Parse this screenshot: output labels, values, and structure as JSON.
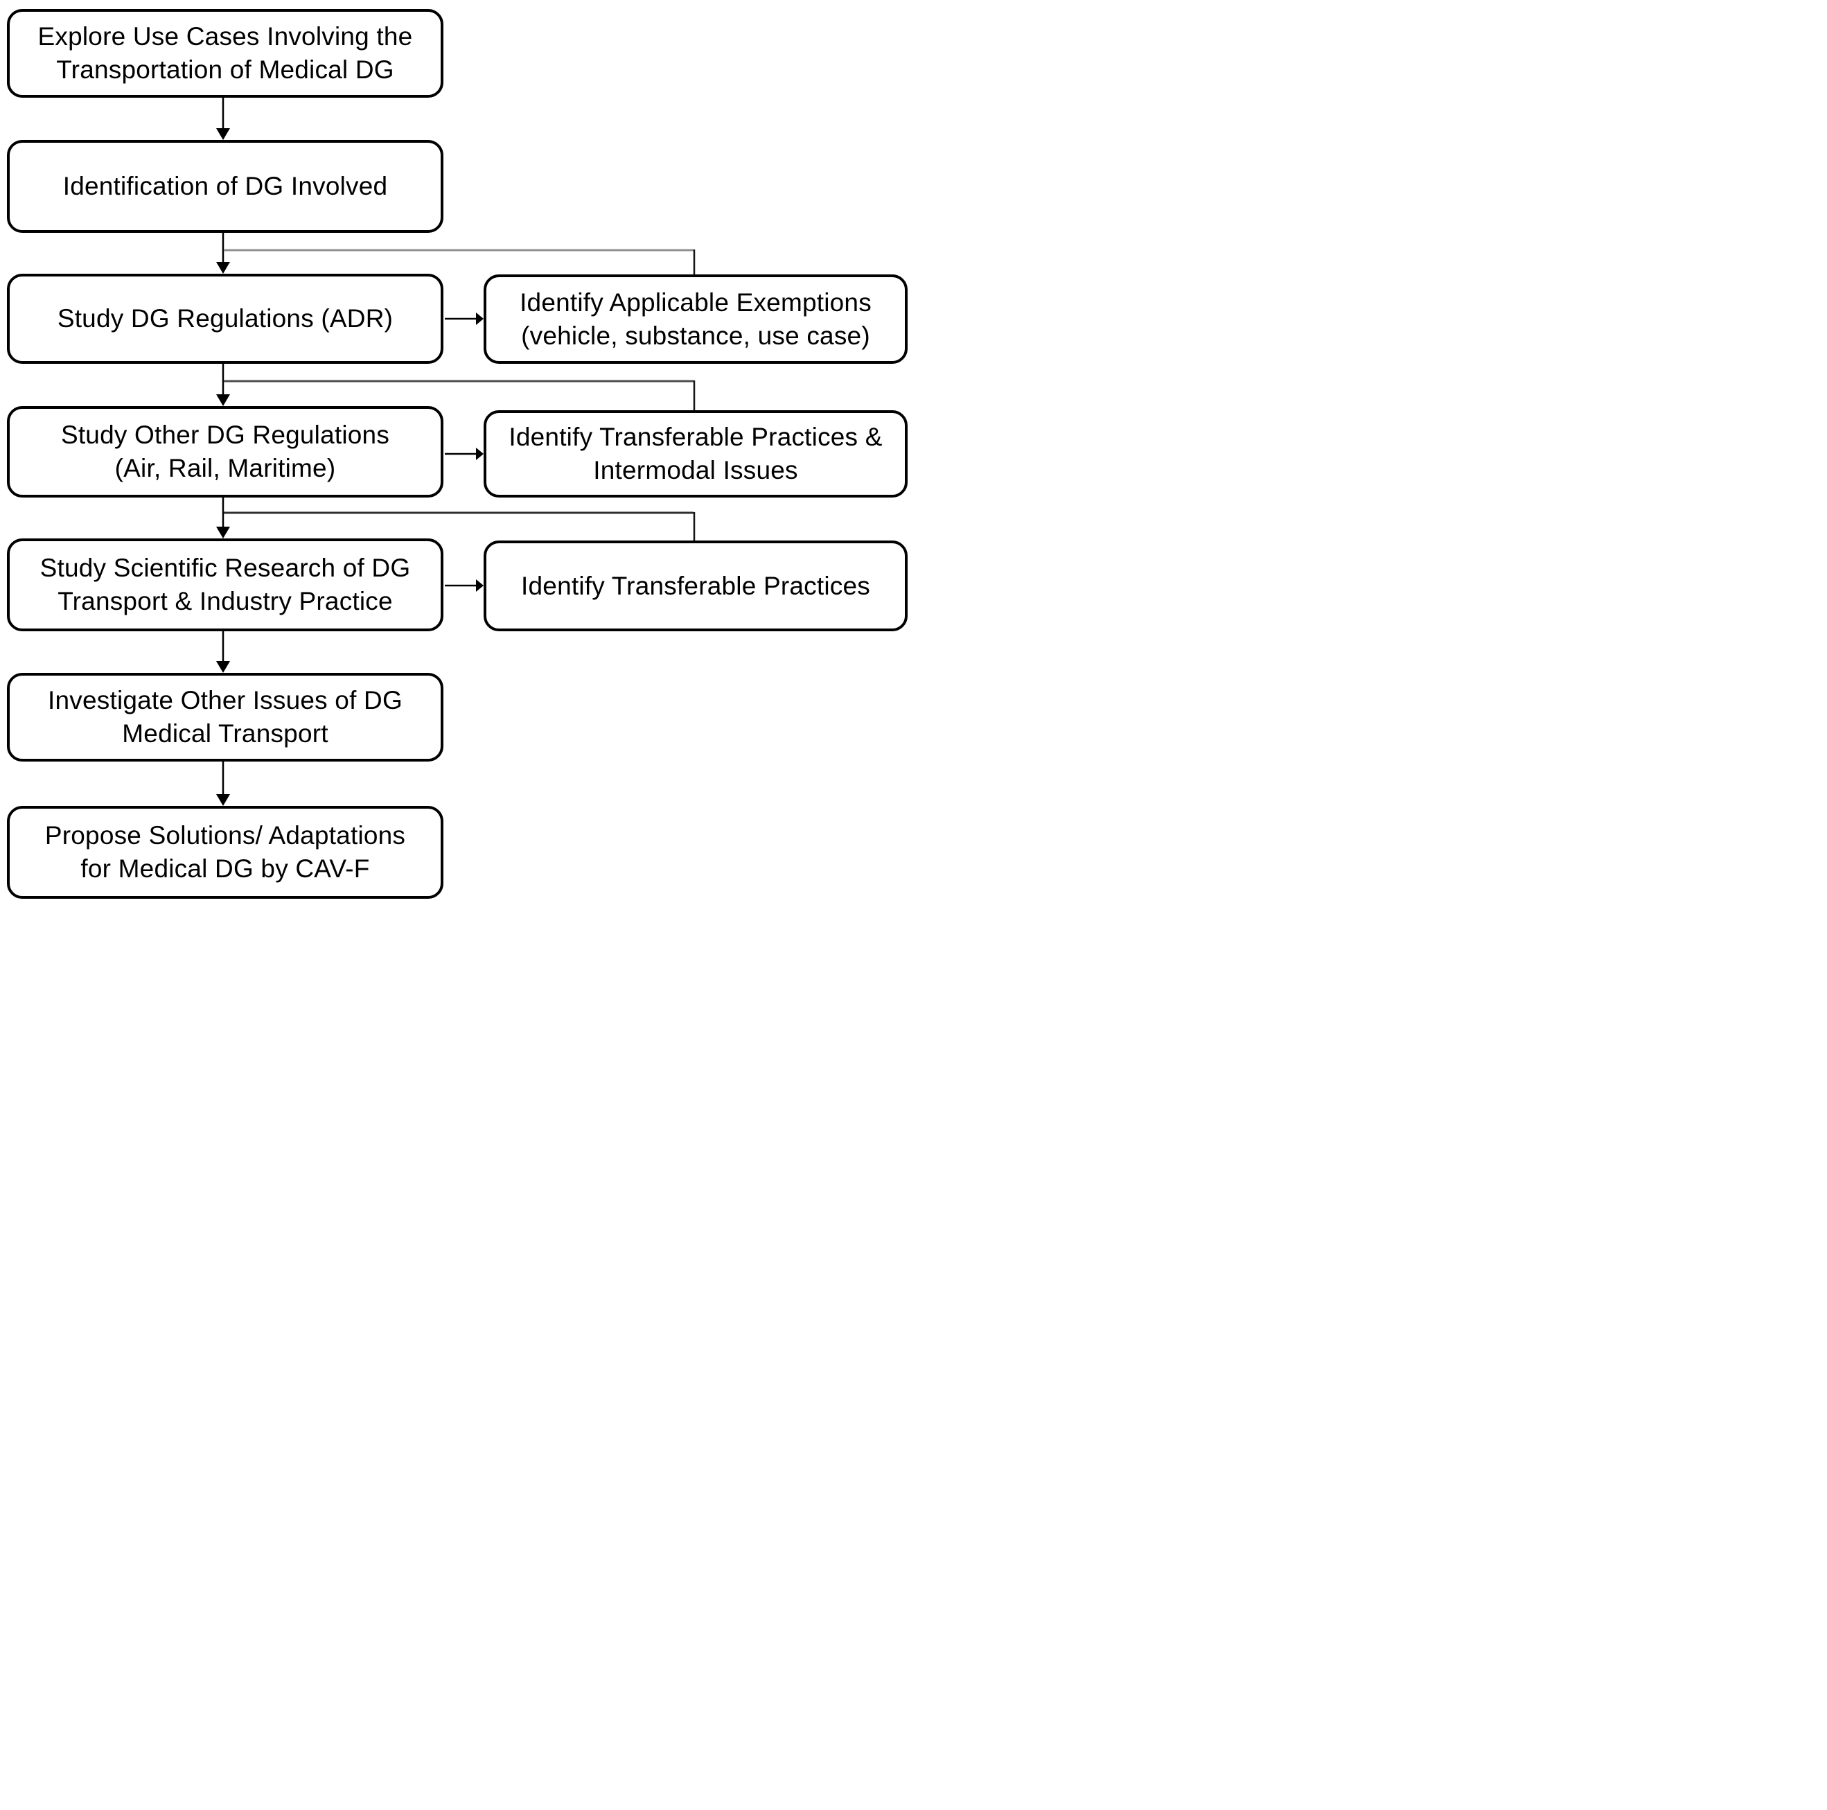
{
  "diagram": {
    "type": "flowchart",
    "description": "Research methodology flowchart: main vertical flow of study steps with side output boxes for identified exemptions and transferable practices",
    "colors": {
      "background": "#ffffff",
      "box_fill": "#ffffff",
      "box_border": "#000000",
      "text": "#000000",
      "arrow": "#000000",
      "branch_line_1": "#8f8f8f",
      "branch_line_2": "#4c4c4c",
      "branch_line_3": "#2f2f2f"
    },
    "main_flow": [
      {
        "id": "explore-use-cases",
        "lines": [
          "Explore Use Cases Involving the",
          "Transportation of Medical DG"
        ]
      },
      {
        "id": "identification-dg",
        "lines": [
          "Identification of DG Involved"
        ]
      },
      {
        "id": "study-dg-regulations",
        "lines": [
          "Study DG Regulations (ADR)"
        ]
      },
      {
        "id": "study-other-dg-regulations",
        "lines": [
          "Study Other DG Regulations",
          "(Air, Rail, Maritime)"
        ]
      },
      {
        "id": "study-scientific-research",
        "lines": [
          "Study Scientific Research of DG",
          "Transport & Industry Practice"
        ]
      },
      {
        "id": "investigate-other-issues",
        "lines": [
          "Investigate Other Issues of DG",
          "Medical Transport"
        ]
      },
      {
        "id": "propose-solutions",
        "lines": [
          "Propose Solutions/ Adaptations",
          "for Medical DG by CAV-F"
        ]
      }
    ],
    "side_outputs": [
      {
        "id": "identify-exemptions",
        "lines": [
          "Identify Applicable Exemptions",
          "(vehicle, substance, use case)"
        ]
      },
      {
        "id": "identify-transferable-intermodal",
        "lines": [
          "Identify Transferable Practices &",
          "Intermodal Issues"
        ]
      },
      {
        "id": "identify-transferable",
        "lines": [
          "Identify Transferable Practices"
        ]
      }
    ],
    "edges": [
      {
        "from": "explore-use-cases",
        "to": "identification-dg",
        "style": "arrow-down"
      },
      {
        "from": "identification-dg",
        "to": "study-dg-regulations",
        "style": "arrow-down"
      },
      {
        "from": "identification-dg",
        "to": "identify-exemptions",
        "style": "branch-line"
      },
      {
        "from": "study-dg-regulations",
        "to": "identify-exemptions",
        "style": "arrow-right"
      },
      {
        "from": "study-dg-regulations",
        "to": "study-other-dg-regulations",
        "style": "arrow-down"
      },
      {
        "from": "study-dg-regulations",
        "to": "identify-transferable-intermodal",
        "style": "branch-line"
      },
      {
        "from": "study-other-dg-regulations",
        "to": "identify-transferable-intermodal",
        "style": "arrow-right"
      },
      {
        "from": "study-other-dg-regulations",
        "to": "study-scientific-research",
        "style": "arrow-down"
      },
      {
        "from": "study-other-dg-regulations",
        "to": "identify-transferable",
        "style": "branch-line"
      },
      {
        "from": "study-scientific-research",
        "to": "identify-transferable",
        "style": "arrow-right"
      },
      {
        "from": "study-scientific-research",
        "to": "investigate-other-issues",
        "style": "arrow-down"
      },
      {
        "from": "investigate-other-issues",
        "to": "propose-solutions",
        "style": "arrow-down"
      }
    ]
  }
}
